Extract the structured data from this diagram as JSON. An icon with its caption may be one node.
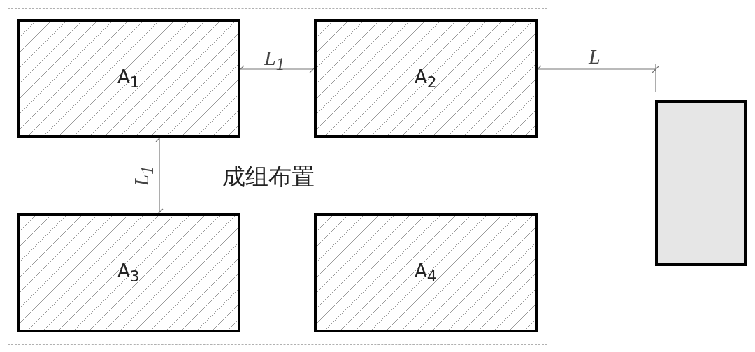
{
  "diagram": {
    "nodes": [
      {
        "text": [
          "成组布置"
        ]
      },
      {
        "text": [
          "A$_{1}$"
        ],
        "in": 0
      },
      {
        "text": [
          "A$_{2}$"
        ],
        "in": 0
      },
      {
        "text": [
          "A$_{3}$"
        ],
        "in": 0
      },
      {
        "text": [
          "A$_{4}$"
        ],
        "in": 0
      },
      {
        "text": [],
        "shape": "box"
      }
    ],
    "labels": [
      "L$_{1}$",
      "L",
      "L$_{1}$"
    ]
  }
}
